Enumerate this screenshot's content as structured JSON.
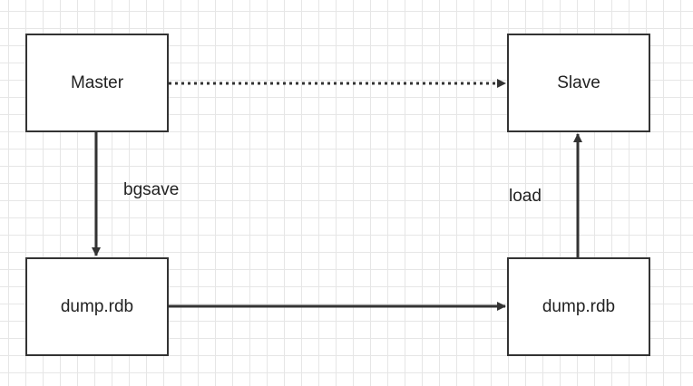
{
  "nodes": {
    "master": "Master",
    "slave": "Slave",
    "dump_left": "dump.rdb",
    "dump_right": "dump.rdb"
  },
  "edges": {
    "master_to_dump": "bgsave",
    "dump_to_slave": "load"
  },
  "colors": {
    "stroke": "#333333",
    "grid": "#e6e6e6",
    "background": "#ffffff"
  }
}
